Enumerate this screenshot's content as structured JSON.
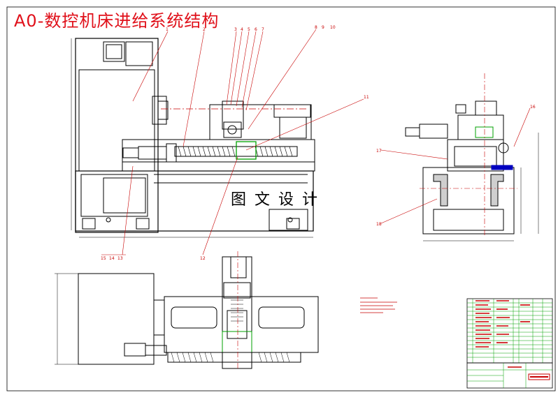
{
  "drawing": {
    "title": "A0-数控机床进给系统结构",
    "watermark": "图文设计",
    "balloons_top": [
      "1",
      "2",
      "3",
      "4",
      "5",
      "6",
      "7",
      "8",
      "9",
      "10",
      "11"
    ],
    "balloons_bottom": [
      "15",
      "14",
      "13",
      "12"
    ],
    "balloons_side": [
      "16",
      "17",
      "18"
    ],
    "colors": {
      "outline": "#000000",
      "leader": "#c80000",
      "centerline": "#c80000",
      "highlight": "#00a000",
      "accent_blue": "#0000c0",
      "title_text": "#e0101a"
    }
  }
}
